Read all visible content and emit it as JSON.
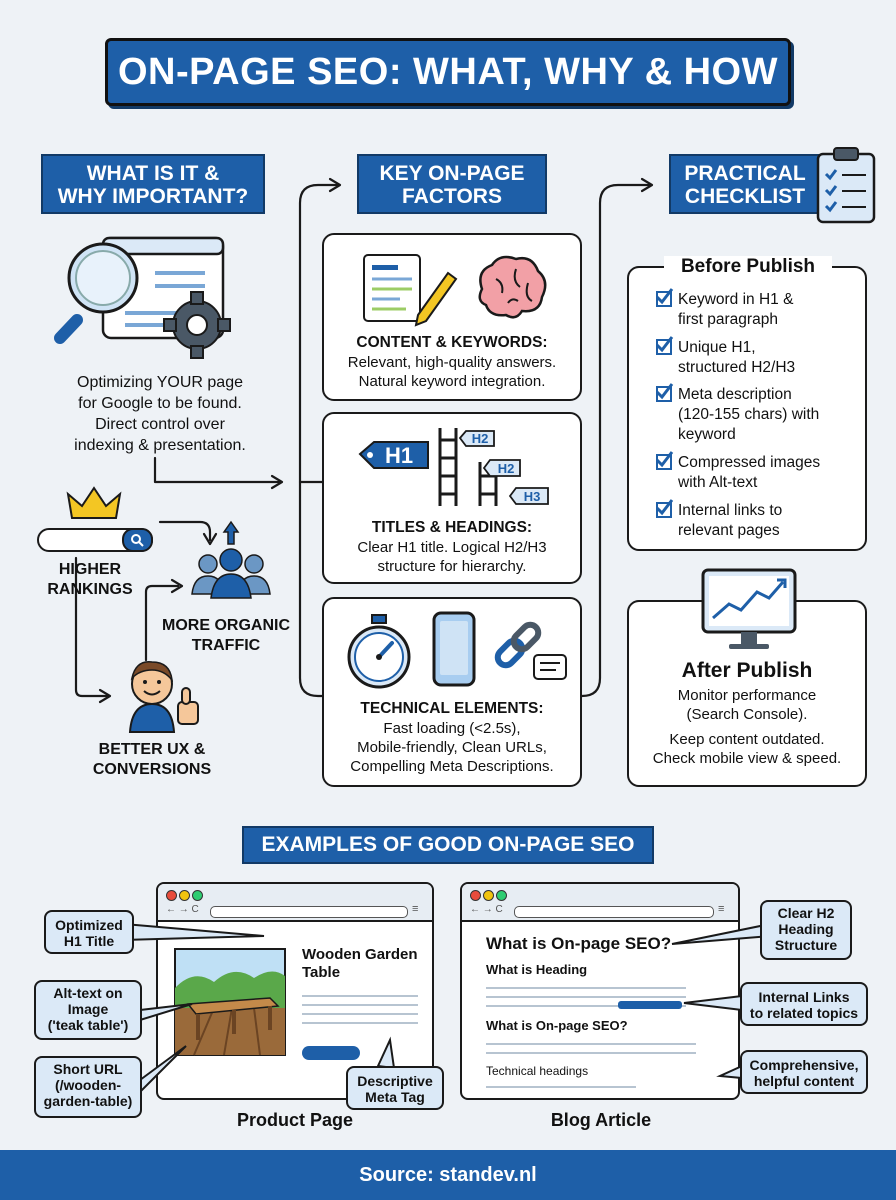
{
  "title": "ON-PAGE SEO: WHAT, WHY & HOW",
  "col1": {
    "heading": [
      "WHAT IS IT &",
      "WHY IMPORTANT?"
    ],
    "description": [
      "Optimizing YOUR page",
      "for Google to be found.",
      "Direct control over",
      "indexing & presentation."
    ],
    "benefit_rankings": [
      "HIGHER",
      "RANKINGS"
    ],
    "benefit_traffic": [
      "MORE ORGANIC",
      "TRAFFIC"
    ],
    "benefit_ux": [
      "BETTER UX &",
      "CONVERSIONS"
    ]
  },
  "col2": {
    "heading": [
      "KEY ON-PAGE",
      "FACTORS"
    ],
    "cards": [
      {
        "title": "CONTENT & KEYWORDS:",
        "lines": [
          "Relevant, high-quality answers.",
          "Natural keyword integration."
        ]
      },
      {
        "title": "TITLES & HEADINGS:",
        "lines": [
          "Clear H1 title. Logical H2/H3",
          "structure for hierarchy."
        ]
      },
      {
        "title": "TECHNICAL ELEMENTS:",
        "lines": [
          "Fast loading (<2.5s),",
          "Mobile-friendly, Clean URLs,",
          "Compelling Meta Descriptions."
        ]
      }
    ],
    "heading_tags": {
      "h1": "H1",
      "h2": "H2",
      "h3": "H3"
    }
  },
  "col3": {
    "heading": [
      "PRACTICAL",
      "CHECKLIST"
    ],
    "before": {
      "title": "Before Publish",
      "items": [
        [
          "Keyword in H1 &",
          "first paragraph"
        ],
        [
          "Unique H1,",
          "structured H2/H3"
        ],
        [
          "Meta description",
          "(120-155 chars) with",
          "keyword"
        ],
        [
          "Compressed images",
          "with Alt-text"
        ],
        [
          "Internal links to",
          "relevant pages"
        ]
      ]
    },
    "after": {
      "title": "After Publish",
      "lines": [
        "Monitor performance",
        "(Search Console).",
        "Keep content outdated.",
        "Check mobile view & speed."
      ]
    }
  },
  "examples": {
    "heading": "EXAMPLES OF GOOD ON-PAGE SEO",
    "product": {
      "caption": "Product Page",
      "product_title": [
        "Wooden Garden",
        "Table"
      ],
      "callouts": {
        "h1": [
          "Optimized",
          "H1 Title"
        ],
        "alt": [
          "Alt-text on",
          "Image",
          "('teak table')"
        ],
        "url": [
          "Short URL",
          "(/wooden-",
          "garden-table)"
        ],
        "meta": [
          "Descriptive",
          "Meta Tag"
        ]
      }
    },
    "blog": {
      "caption": "Blog Article",
      "h1": "What is On-page SEO?",
      "sub1": "What is Heading",
      "sub2": "What is On-page SEO?",
      "sub3": "Technical headings",
      "callouts": {
        "h2": [
          "Clear H2",
          "Heading",
          "Structure"
        ],
        "links": [
          "Internal Links",
          "to related topics"
        ],
        "content": [
          "Comprehensive,",
          "helpful content"
        ]
      }
    }
  },
  "footer": "Source: standev.nl",
  "colors": {
    "brand_blue": "#1e5fa8",
    "light_blue": "#dbe9f7",
    "footer": "#1e5fa8",
    "background": "#eef2f6"
  },
  "icons": [
    "magnifier-icon",
    "gear-icon",
    "crown-icon",
    "search-bar-icon",
    "people-icon",
    "smiley-thumbs-up-icon",
    "document-pencil-icon",
    "brain-icon",
    "ladder-icon",
    "stopwatch-icon",
    "smartphone-icon",
    "chain-link-icon",
    "clipboard-icon",
    "monitor-chart-icon",
    "checkbox-icon"
  ]
}
